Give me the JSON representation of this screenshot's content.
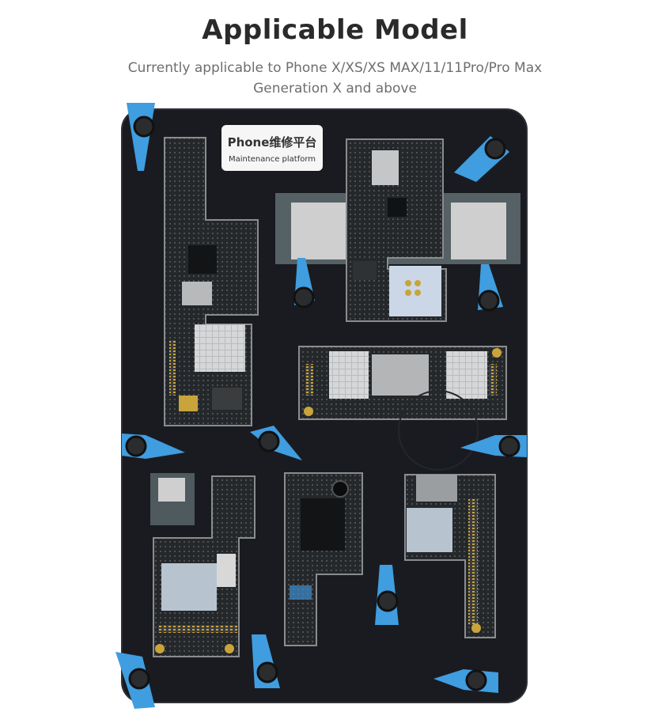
{
  "title": "Applicable Model",
  "subtitle_line1": "Currently applicable to Phone X/XS/XS MAX/11/11Pro/Pro Max",
  "subtitle_line2": "Generation X and above",
  "platform_label": {
    "line1": "Phone维修平台",
    "line2": "Maintenance platform"
  },
  "colors": {
    "platform": "#1a1b20",
    "clamp": "#3f9de0",
    "board": "#2a2d30",
    "shield": "#d9dadc",
    "gold": "#c9a43a"
  }
}
